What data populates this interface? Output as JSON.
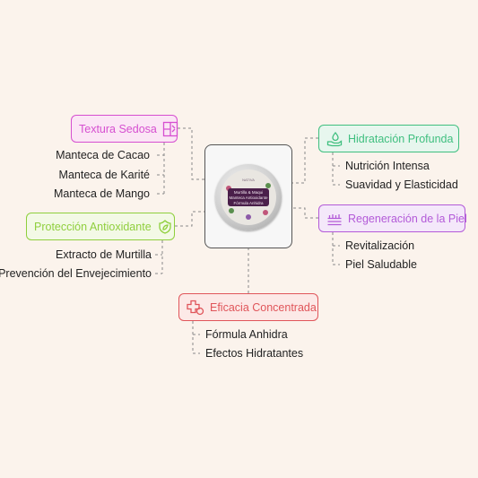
{
  "product": {
    "brand": "NATIVA",
    "label_line1": "Murtilla & Maqui",
    "label_line2": "Manteca Antioxidante",
    "label_line3": "Fórmula Anhidra"
  },
  "branches": [
    {
      "id": "textura",
      "title": "Textura Sedosa",
      "icon": "texture-icon",
      "color": "#d64fd0",
      "fill": "#fbe6f5",
      "leaves": [
        "Manteca de Cacao",
        "Manteca de Karité",
        "Manteca de Mango"
      ]
    },
    {
      "id": "proteccion",
      "title": "Protección Antioxidante",
      "icon": "leaf-shield-icon",
      "color": "#8fcf3d",
      "fill": "#f3f9e6",
      "leaves": [
        "Extracto de Murtilla",
        "Prevención del Envejecimiento"
      ]
    },
    {
      "id": "hidratacion",
      "title": "Hidratación Profunda",
      "icon": "hand-drop-icon",
      "color": "#3fbf7f",
      "fill": "#e7f6ee",
      "leaves": [
        "Nutrición Intensa",
        "Suavidad y Elasticidad"
      ]
    },
    {
      "id": "regeneracion",
      "title": "Regeneración de la Piel",
      "icon": "skin-layers-icon",
      "color": "#b35ad8",
      "fill": "#f4e8fa",
      "leaves": [
        "Revitalización",
        "Piel Saludable"
      ]
    },
    {
      "id": "eficacia",
      "title": "Eficacia Concentrada",
      "icon": "medical-cross-icon",
      "color": "#e0555a",
      "fill": "#fce9e7",
      "leaves": [
        "Fórmula Anhidra",
        "Efectos Hidratantes"
      ]
    }
  ],
  "connector_color": "#8a8a8a"
}
